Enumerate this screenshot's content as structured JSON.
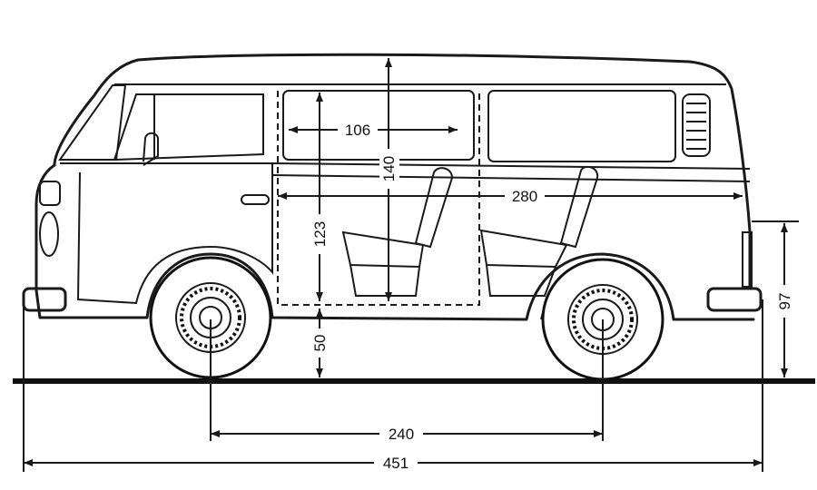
{
  "dimensions": {
    "overall_length": "451",
    "wheelbase": "240",
    "height": "97",
    "interior_length": "280",
    "interior_height": "140",
    "door_width": "106",
    "seat_height": "123",
    "floor_height": "50"
  }
}
